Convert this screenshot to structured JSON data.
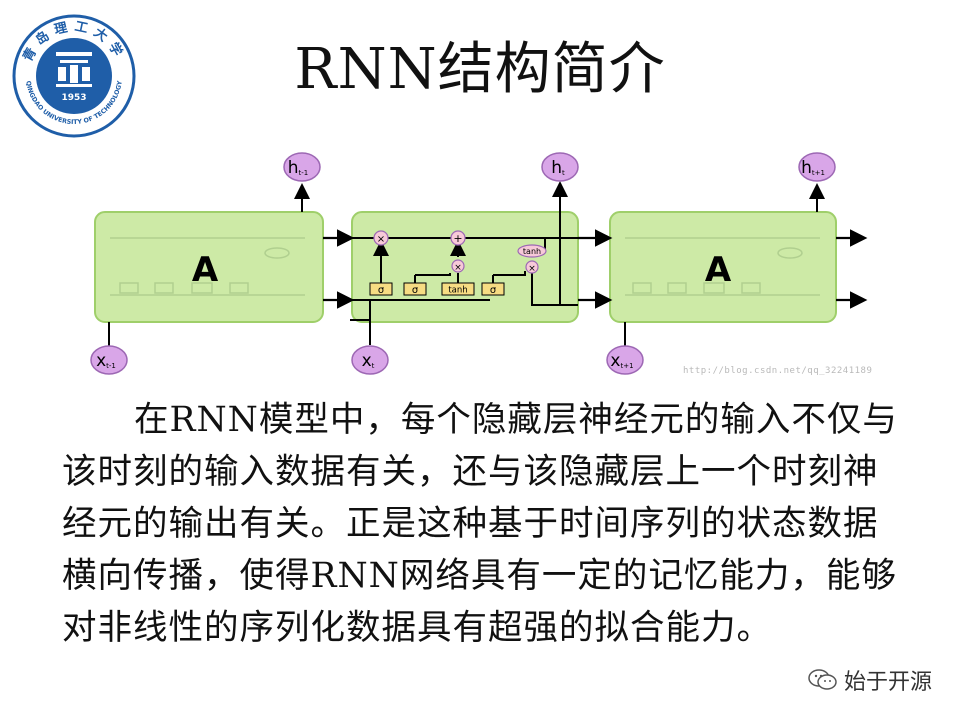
{
  "slide": {
    "title": "RNN结构简介",
    "paragraph": "在RNN模型中，每个隐藏层神经元的输入不仅与该时刻的输入数据有关，还与该隐藏层上一个时刻神经元的输出有关。正是这种基于时间序列的状态数据横向传播，使得RNN网络具有一定的记忆能力，能够对非线性的序列化数据具有超强的拟合能力。"
  },
  "logo": {
    "arc_text": "青岛理工大学",
    "bottom_text": "QINGDAO UNIVERSITY OF TECHNOLOGY",
    "year": "1953",
    "color": "#1f5ea8"
  },
  "diagram": {
    "cell_label": "A",
    "gate_labels": [
      "σ",
      "σ",
      "tanh",
      "σ"
    ],
    "tanh_label": "tanh",
    "op_multiply": "×",
    "op_add": "+",
    "outputs": [
      {
        "base": "h",
        "sub": "t-1"
      },
      {
        "base": "h",
        "sub": "t"
      },
      {
        "base": "h",
        "sub": "t+1"
      }
    ],
    "inputs": [
      {
        "base": "x",
        "sub": "t-1"
      },
      {
        "base": "x",
        "sub": "t"
      },
      {
        "base": "x",
        "sub": "t+1"
      }
    ],
    "site_watermark": "http://blog.csdn.net/qq_32241189",
    "colors": {
      "cell_fill": "#cdeaa6",
      "cell_stroke": "#9fcf6a",
      "node_fill": "#d9a6e8",
      "node_stroke": "#9d68b4",
      "gate_fill": "#f7dc83",
      "op_fill": "#f7c9d8"
    }
  },
  "watermark": {
    "text": "始于开源",
    "icon": "wechat-icon"
  }
}
